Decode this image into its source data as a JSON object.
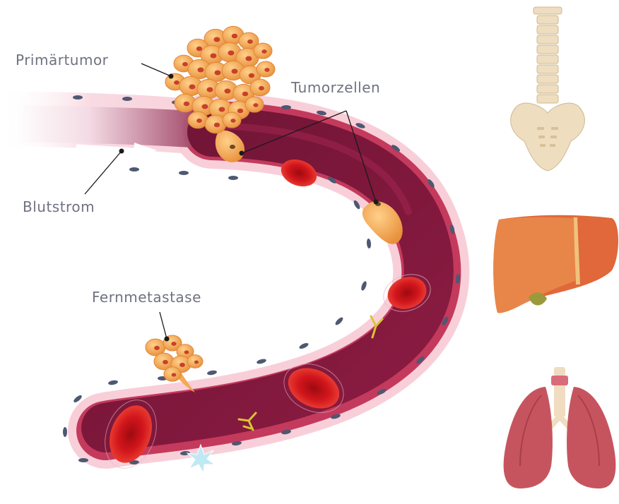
{
  "labels": {
    "primary_tumor": "Primärtumor",
    "tumor_cells": "Tumorzellen",
    "blood_flow": "Blutstrom",
    "distant_metastasis": "Fernmetastase"
  },
  "organs": [
    "spine-pelvis",
    "liver",
    "lungs"
  ],
  "colors": {
    "vessel_outer": "#f8cfd9",
    "vessel_wall": "#c83a5e",
    "vessel_lumen": "#7d1538",
    "red_cell": "#c8151b",
    "tumor_cell": "#f4a956",
    "endothelial_nucleus": "#4e5872",
    "antibody": "#d9c531",
    "label_text": "#6f7280"
  }
}
